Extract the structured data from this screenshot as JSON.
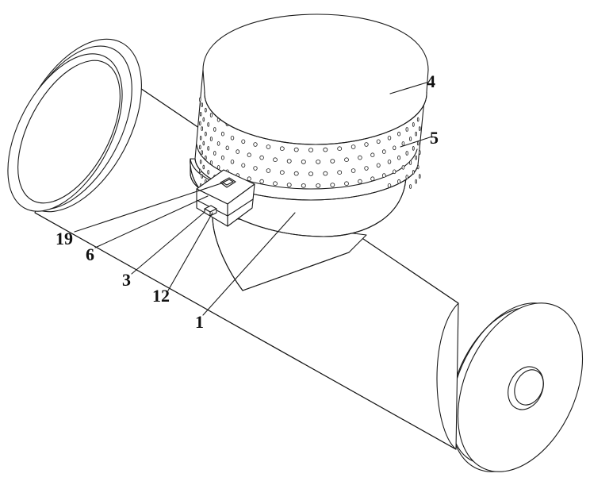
{
  "labels": {
    "l4": "4",
    "l5": "5",
    "l19": "19",
    "l6": "6",
    "l3": "3",
    "l12": "12",
    "l1": "1"
  }
}
